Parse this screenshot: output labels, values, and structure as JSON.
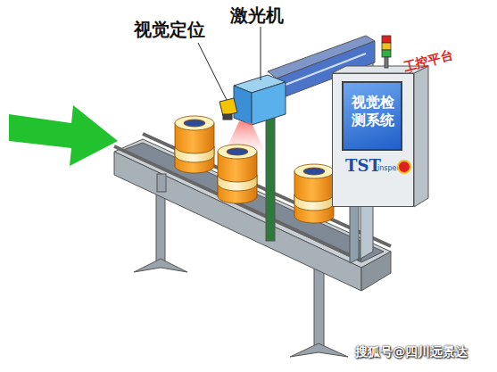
{
  "diagram": {
    "nodes": [
      {
        "text": [
          "TST",
          "inspect"
        ]
      },
      {
        "text": [
          "视觉检测系统"
        ],
        "in": 0
      }
    ],
    "labels": [
      "视觉定位",
      "激光机",
      "工控平台",
      "搜狐号@四川远景达"
    ]
  }
}
